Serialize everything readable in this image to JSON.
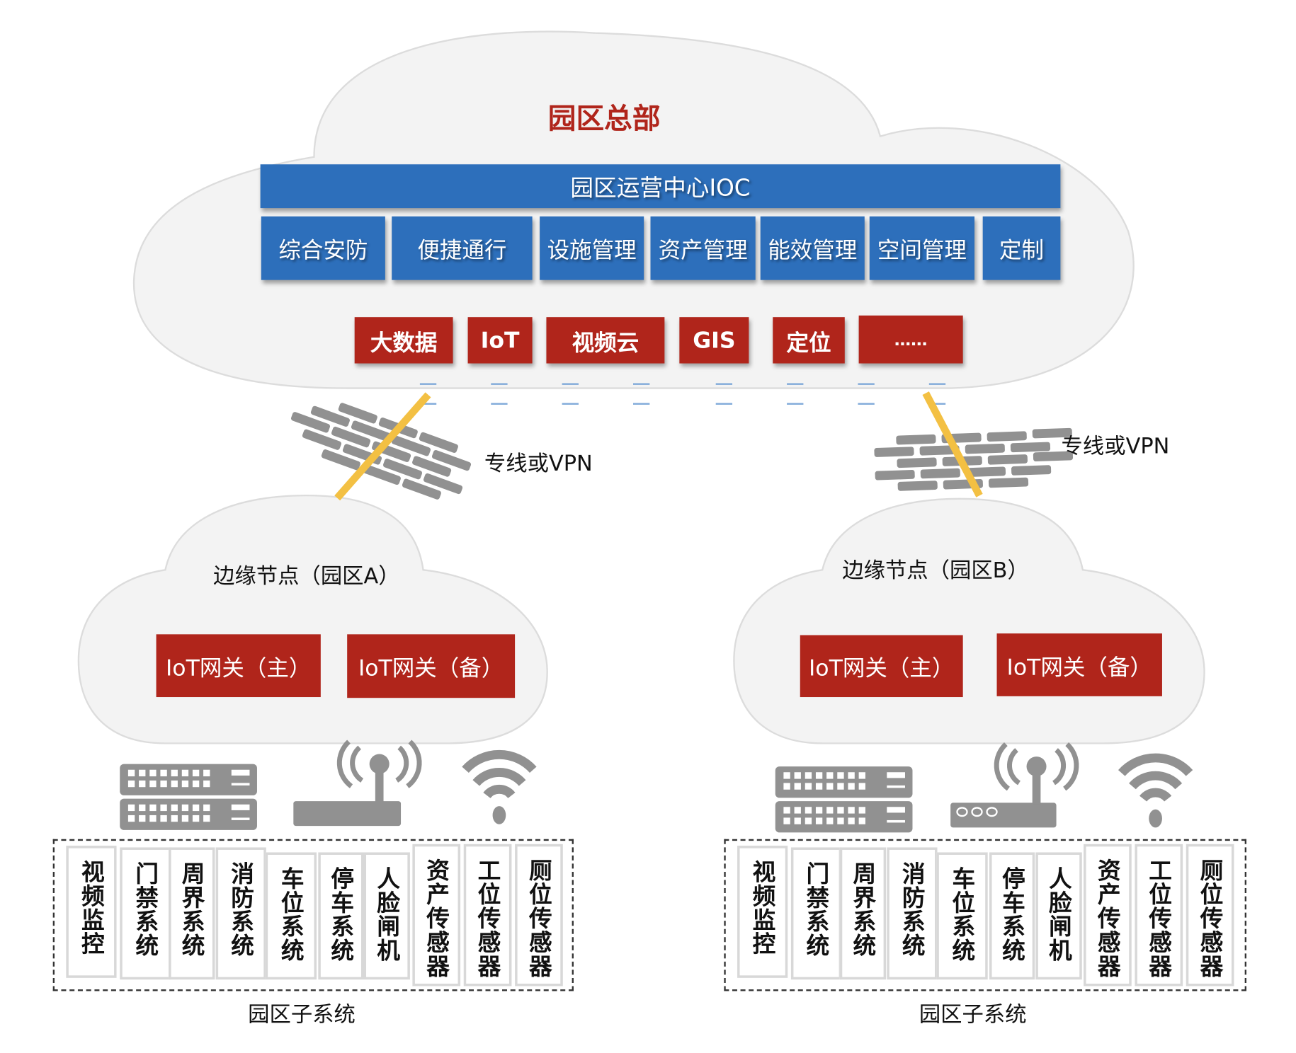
{
  "hq": {
    "title": "园区总部",
    "ioc_label": "园区运营中心IOC",
    "modules": [
      "综合安防",
      "便捷通行",
      "设施管理",
      "资产管理",
      "能效管理",
      "空间管理",
      "定制"
    ],
    "platforms": [
      "大数据",
      "IoT",
      "视频云",
      "GIS",
      "定位",
      "……"
    ]
  },
  "links": {
    "left_label": "专线或VPN",
    "right_label": "专线或VPN"
  },
  "edge_a": {
    "title": "边缘节点（园区A）",
    "gateway_primary": "IoT网关（主）",
    "gateway_backup": "IoT网关（备）"
  },
  "edge_b": {
    "title": "边缘节点（园区B）",
    "gateway_primary": "IoT网关（主）",
    "gateway_backup": "IoT网关（备）"
  },
  "subsystems_a": {
    "caption": "园区子系统",
    "items": [
      "视频监控",
      "门禁系统",
      "周界系统",
      "消防系统",
      "车位系统",
      "停车系统",
      "人脸闸机",
      "资产传感器",
      "工位传感器",
      "厕位传感器"
    ]
  },
  "subsystems_b": {
    "caption": "园区子系统",
    "items": [
      "视频监控",
      "门禁系统",
      "周界系统",
      "消防系统",
      "车位系统",
      "停车系统",
      "人脸闸机",
      "资产传感器",
      "工位传感器",
      "厕位传感器"
    ]
  },
  "colors": {
    "module_blue": "#2d6fbb",
    "platform_red": "#b0251b",
    "cloud_fill": "#f3f3f3",
    "link_yellow": "#f3c043",
    "icon_gray": "#8f8f8f"
  }
}
